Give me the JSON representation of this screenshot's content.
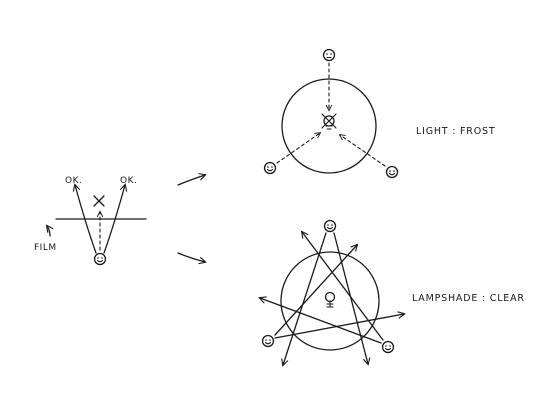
{
  "left": {
    "ok_left": "OK.",
    "ok_right": "OK.",
    "film": "FILM"
  },
  "top_right": {
    "label": "LIGHT : FROST"
  },
  "bottom_right": {
    "label": "LAMPSHADE : CLEAR"
  }
}
